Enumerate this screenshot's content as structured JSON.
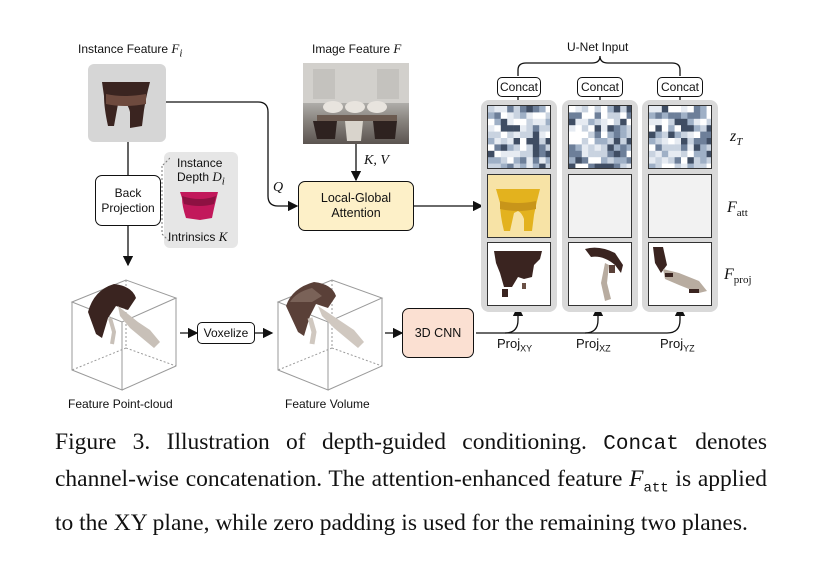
{
  "labels": {
    "instance_feature": "Instance Feature ",
    "instance_feature_sym": "F",
    "instance_feature_sub": "i",
    "image_feature": "Image Feature ",
    "image_feature_sym": "F",
    "unet_input": "U-Net Input",
    "concat_1": "Concat",
    "concat_2": "Concat",
    "concat_3": "Concat",
    "z_t_sym": "z",
    "z_t_sub": "T",
    "f_att_sym": "F",
    "f_att_sub": "att",
    "f_proj_sym": "F",
    "f_proj_sub": "proj",
    "kv": "K, V",
    "q": "Q",
    "back_projection": "Back Projection",
    "instance_depth_line1": "Instance",
    "instance_depth_line2": "Depth ",
    "instance_depth_sym": "D",
    "instance_depth_sub": "i",
    "intrinsics": "Intrinsics ",
    "intrinsics_sym": "K",
    "local_global_attention": "Local-Global Attention",
    "voxelize": "Voxelize",
    "cnn_3d": "3D CNN",
    "proj_xy": "Proj",
    "proj_xy_sub": "XY",
    "proj_xz": "Proj",
    "proj_xz_sub": "XZ",
    "proj_yz": "Proj",
    "proj_yz_sub": "YZ",
    "feature_point_cloud": "Feature Point-cloud",
    "feature_volume": "Feature Volume"
  },
  "caption": {
    "p1": "Figure 3. Illustration of depth-guided conditioning. ",
    "mono": "Concat",
    "p2": " denotes channel-wise concatenation. The attention-enhanced feature ",
    "f_sym": "F",
    "f_sub": "att",
    "p3": " is applied to the XY plane, while zero padding is used for the remaining two planes."
  },
  "colors": {
    "attention_fill": "#fdf0c8",
    "cnn_fill": "#fbe0d2",
    "panel_gray": "#d9d9d9",
    "chair_dark": "#3a2420",
    "attention_yellow": "#e3b21e",
    "depth_magenta": "#c2185b"
  }
}
